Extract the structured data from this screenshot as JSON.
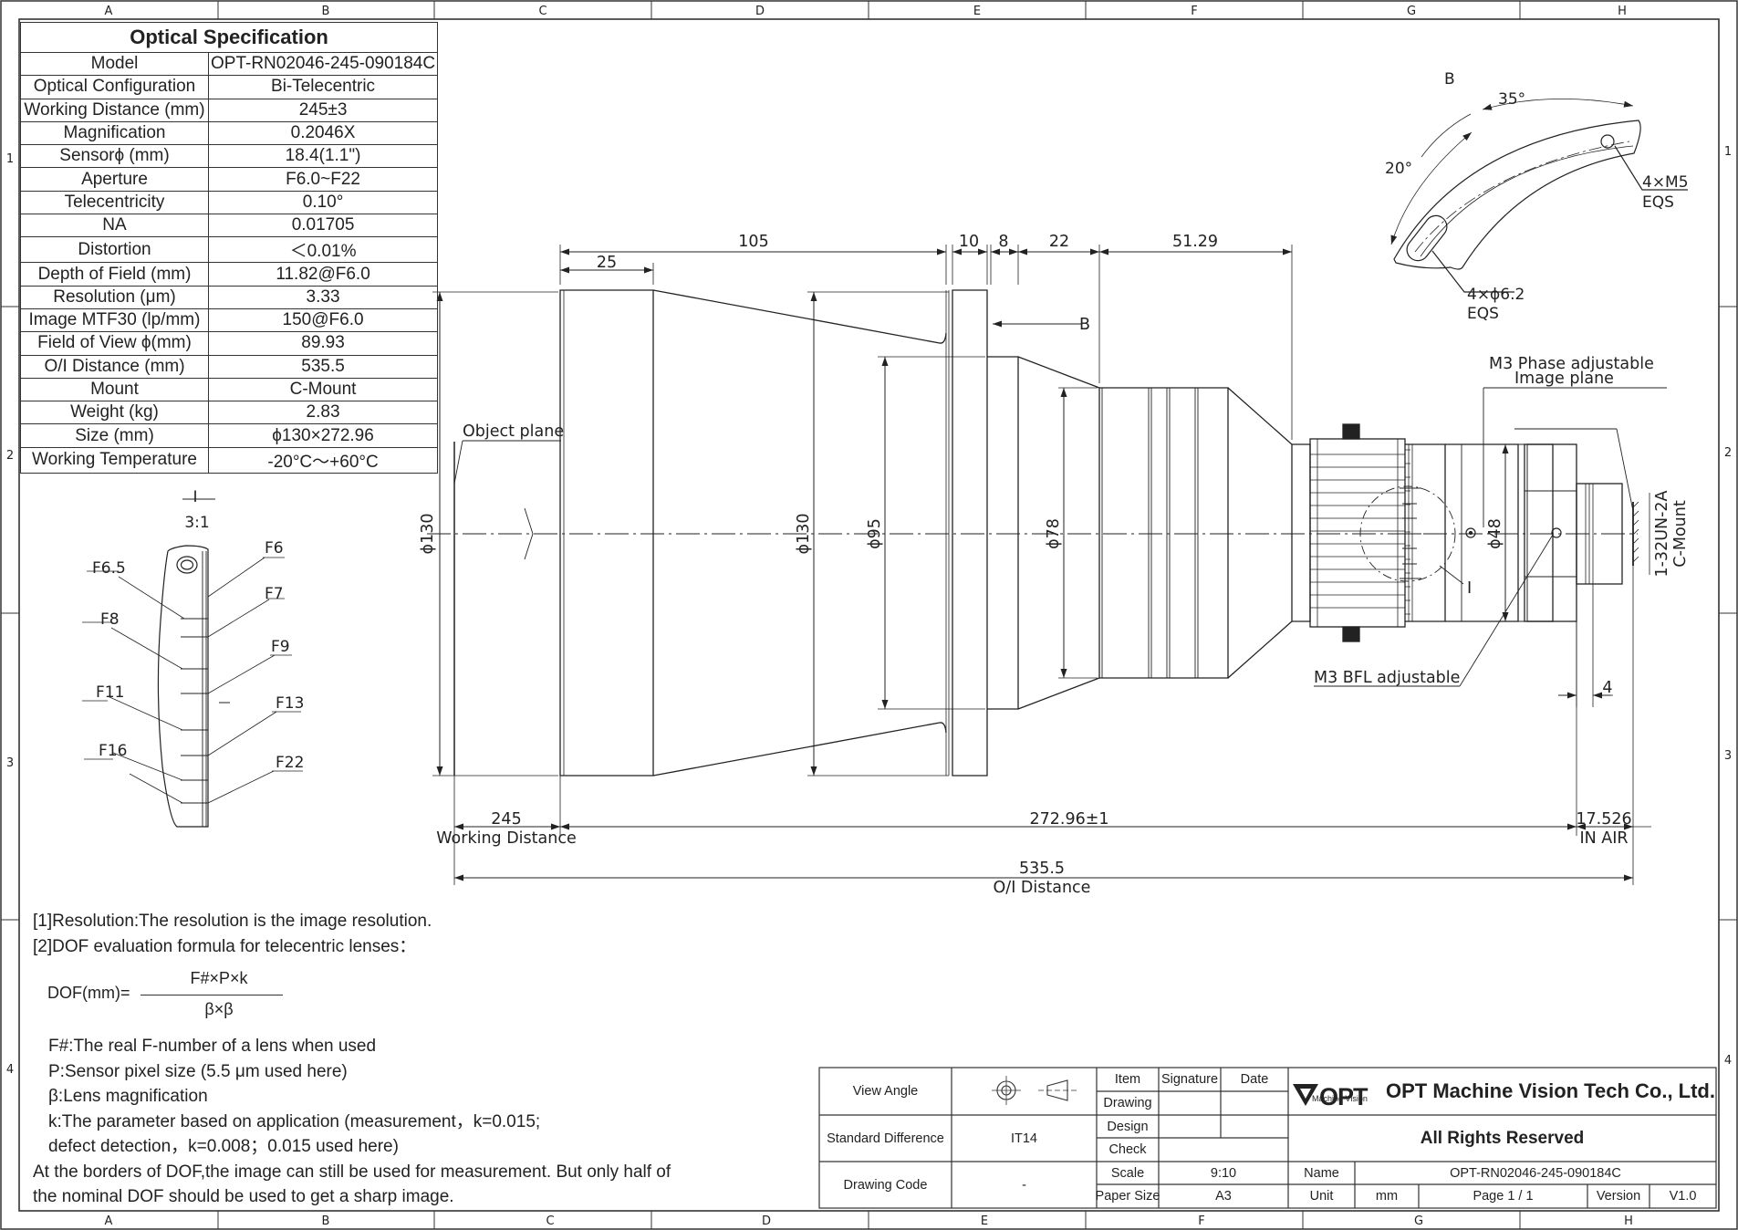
{
  "grid": {
    "columns": [
      "A",
      "B",
      "C",
      "D",
      "E",
      "F",
      "G",
      "H"
    ],
    "rows": [
      "1",
      "2",
      "3",
      "4"
    ]
  },
  "spec": {
    "title": "Optical Specification",
    "rows": [
      {
        "k": "Model",
        "v": "OPT-RN02046-245-090184C"
      },
      {
        "k": "Optical Configuration",
        "v": "Bi-Telecentric"
      },
      {
        "k": "Working Distance (mm)",
        "v": "245±3"
      },
      {
        "k": "Magnification",
        "v": "0.2046X"
      },
      {
        "k": "Sensorϕ (mm)",
        "v": "18.4(1.1\")"
      },
      {
        "k": "Aperture",
        "v": "F6.0~F22"
      },
      {
        "k": "Telecentricity",
        "v": "0.10°"
      },
      {
        "k": "NA",
        "v": "0.01705"
      },
      {
        "k": "Distortion",
        "v": "＜0.01%"
      },
      {
        "k": "Depth of Field (mm)",
        "v": "11.82@F6.0"
      },
      {
        "k": "Resolution (μm)",
        "v": "3.33"
      },
      {
        "k": "Image MTF30 (lp/mm)",
        "v": "150@F6.0"
      },
      {
        "k": "Field of View ϕ(mm)",
        "v": "89.93"
      },
      {
        "k": "O/I Distance (mm)",
        "v": "535.5"
      },
      {
        "k": "Mount",
        "v": "C-Mount"
      },
      {
        "k": "Weight (kg)",
        "v": "2.83"
      },
      {
        "k": "Size (mm)",
        "v": "ϕ130×272.96"
      },
      {
        "k": "Working Temperature",
        "v": "-20°C～+60°C"
      }
    ]
  },
  "detail_i": {
    "label": "I",
    "scale": "3:1",
    "stops": [
      "F6.5",
      "F6",
      "F8",
      "F7",
      "F9",
      "F11",
      "F13",
      "F16",
      "F22"
    ]
  },
  "view_b": {
    "label": "B",
    "angle_big": "35°",
    "angle_small": "20°",
    "hole_m5": "4×M5",
    "hole_m5_eqs": "EQS",
    "hole_62": "4×ϕ6.2",
    "hole_62_eqs": "EQS"
  },
  "dims": {
    "d105": "105",
    "d25": "25",
    "d10": "10",
    "d8": "8",
    "d22": "22",
    "d5129": "51.29",
    "dia130_left": "ϕ130",
    "dia130_mid": "ϕ130",
    "dia95": "ϕ95",
    "dia78": "ϕ78",
    "dia48": "ϕ48",
    "thread": "1-32UN-2A",
    "cmount": "C-Mount",
    "d4": "4",
    "wd_val": "245",
    "wd_label": "Working Distance",
    "length": "272.96±1",
    "bfl_val": "17.526",
    "bfl_label": "IN AIR",
    "oi_val": "535.5",
    "oi_label": "O/I Distance",
    "b_arrow": "B",
    "i_label": "I"
  },
  "callouts": {
    "object_plane": "Object plane",
    "image_plane": "Image plane",
    "m3_phase": "M3 Phase adjustable",
    "m3_bfl": "M3 BFL adjustable"
  },
  "notes": {
    "n1": "[1]Resolution:The resolution is  the image resolution.",
    "n2": "[2]DOF evaluation formula for telecentric lenses：",
    "dof_lhs": "DOF(mm)=",
    "dof_num": "F#×P×k",
    "dof_den": "β×β",
    "l1": "F#:The real F-number of a lens when used",
    "l2": "P:Sensor pixel size (5.5 μm used here)",
    "l3": "β:Lens magnification",
    "l4": "k:The parameter based on application (measurement，k=0.015;",
    "l5": "defect detection，k=0.008；0.015 used here)",
    "l6": "At the borders of DOF,the image can still be used for measurement. But only half of",
    "l7": "the nominal DOF should be used to get a sharp image."
  },
  "title_block": {
    "view_angle": "View Angle",
    "std_diff": "Standard Difference",
    "std_diff_val": "IT14",
    "drawing_code": "Drawing Code",
    "drawing_code_val": "-",
    "item": "Item",
    "signature": "Signature",
    "date": "Date",
    "drawing": "Drawing",
    "design": "Design",
    "check": "Check",
    "scale": "Scale",
    "scale_val": "9:10",
    "paper_size": "Paper Size",
    "paper_val": "A3",
    "logo": "OPT",
    "logo_sub": "Machine Vision",
    "company": "OPT Machine Vision Tech Co., Ltd.",
    "rights": "All Rights Reserved",
    "name": "Name",
    "name_val": "OPT-RN02046-245-090184C",
    "unit": "Unit",
    "unit_val": "mm",
    "page": "Page  1 / 1",
    "version": "Version",
    "version_val": "V1.0"
  }
}
